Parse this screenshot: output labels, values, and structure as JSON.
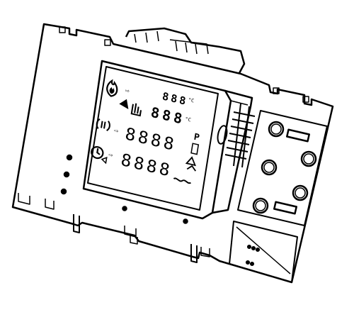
{
  "image": {
    "subject": "control-panel-display-board",
    "style": "black line drawing on white"
  },
  "lcd": {
    "row1_digits": [
      "8",
      "8",
      "8"
    ],
    "row2_digits": [
      "8",
      "8",
      "8"
    ],
    "row3_digits": [
      "8",
      "8",
      "8",
      "8"
    ],
    "row4_digits": [
      "8",
      "8",
      "8",
      "8"
    ],
    "p_label": "P",
    "units": [
      "°C",
      "°C"
    ]
  },
  "icons": [
    "flame-icon",
    "tap-icon",
    "radiator-icon",
    "clock-icon",
    "arrow-right-icon",
    "warning-triangle-icon",
    "wave-icon"
  ],
  "colors": {
    "line": "#000000",
    "background": "#ffffff"
  }
}
